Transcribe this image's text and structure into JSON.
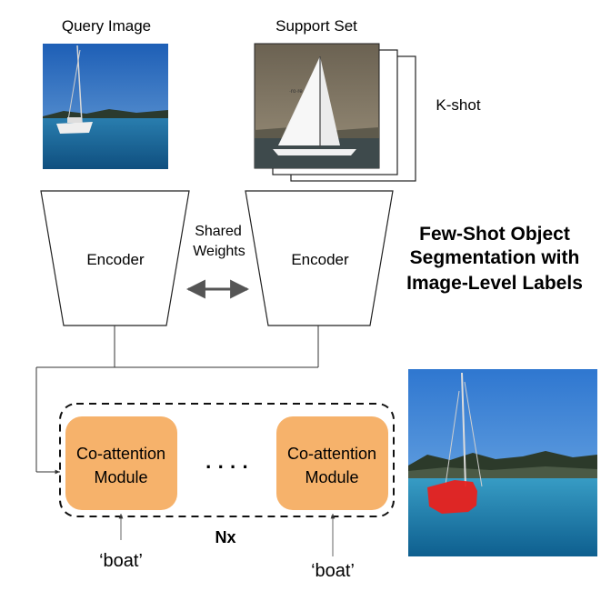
{
  "labels": {
    "query_image": "Query Image",
    "support_set": "Support Set",
    "k_shot": "K-shot",
    "encoder_left": "Encoder",
    "encoder_right": "Encoder",
    "shared_line1": "Shared",
    "shared_line2": "Weights",
    "title_line1": "Few-Shot Object",
    "title_line2": "Segmentation with",
    "title_line3": "Image-Level Labels",
    "module_left_line1": "Co-attention",
    "module_left_line2": "Module",
    "module_right_line1": "Co-attention",
    "module_right_line2": "Module",
    "ellipsis": "· · · ·",
    "nx": "Nx",
    "boat_left": "‘boat’",
    "boat_right": "‘boat’"
  },
  "colors": {
    "module_fill": "#F6B26B",
    "mask": "#E8211E",
    "sky": "#3F7FC6",
    "sea": "#1B6E9E"
  }
}
